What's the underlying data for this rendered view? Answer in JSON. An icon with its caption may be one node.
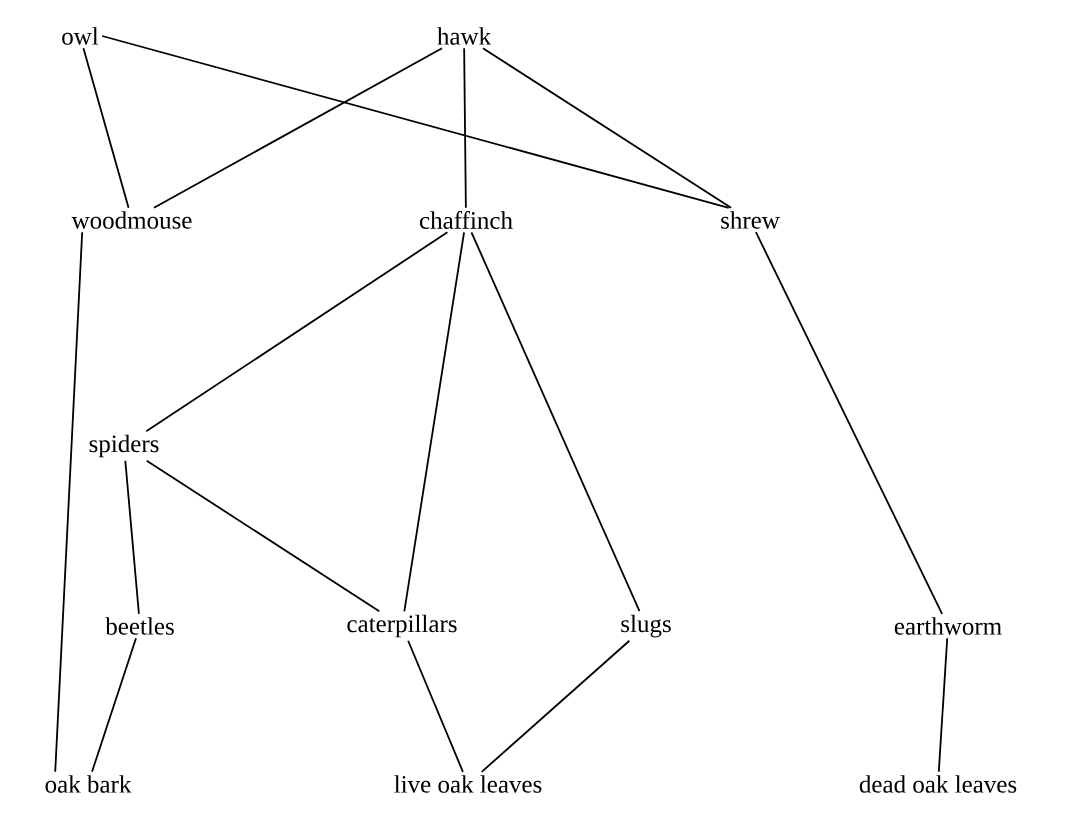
{
  "diagram": {
    "nodes": [
      {
        "text": [
          "owl"
        ]
      },
      {
        "text": [
          "hawk"
        ]
      },
      {
        "text": [
          "woodmouse"
        ]
      },
      {
        "text": [
          "chaffinch"
        ]
      },
      {
        "text": [
          "shrew"
        ]
      },
      {
        "text": [
          "spiders"
        ]
      },
      {
        "text": [
          "beetles"
        ]
      },
      {
        "text": [
          "caterpillars"
        ]
      },
      {
        "text": [
          "slugs"
        ]
      },
      {
        "text": [
          "earthworm"
        ]
      },
      {
        "text": [
          "oak bark"
        ]
      },
      {
        "text": [
          "live oak leaves"
        ]
      },
      {
        "text": [
          "dead oak leaves"
        ]
      }
    ],
    "edges": [
      {
        "from": 0,
        "to": 2,
        "arrow": "none"
      },
      {
        "from": 0,
        "to": 4,
        "arrow": "none"
      },
      {
        "from": 1,
        "to": 2,
        "arrow": "none"
      },
      {
        "from": 1,
        "to": 3,
        "arrow": "none"
      },
      {
        "from": 1,
        "to": 4,
        "arrow": "none"
      },
      {
        "from": 2,
        "to": 10,
        "arrow": "none"
      },
      {
        "from": 3,
        "to": 5,
        "arrow": "none"
      },
      {
        "from": 3,
        "to": 7,
        "arrow": "none"
      },
      {
        "from": 3,
        "to": 8,
        "arrow": "none"
      },
      {
        "from": 4,
        "to": 9,
        "arrow": "none"
      },
      {
        "from": 5,
        "to": 6,
        "arrow": "none"
      },
      {
        "from": 5,
        "to": 7,
        "arrow": "none"
      },
      {
        "from": 6,
        "to": 10,
        "arrow": "none"
      },
      {
        "from": 7,
        "to": 11,
        "arrow": "none"
      },
      {
        "from": 8,
        "to": 11,
        "arrow": "none"
      },
      {
        "from": 9,
        "to": 12,
        "arrow": "none"
      }
    ]
  }
}
